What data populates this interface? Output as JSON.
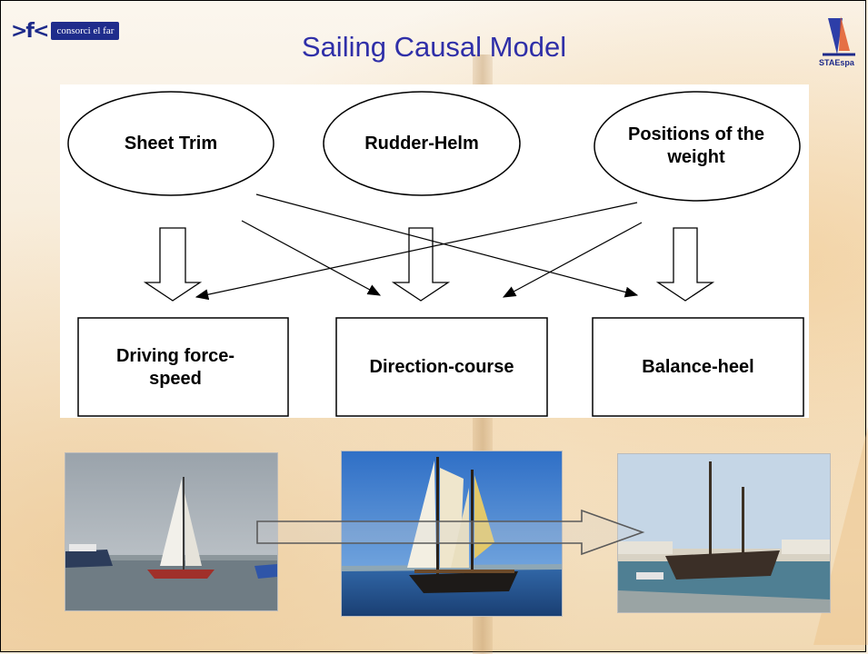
{
  "header": {
    "logo_left_mark": ">f<",
    "logo_left_text": "consorci el far",
    "title": "Sailing Causal Model",
    "logo_right_text": "STAEspa"
  },
  "diagram": {
    "causes": [
      {
        "id": "sheet-trim",
        "label": "Sheet Trim"
      },
      {
        "id": "rudder-helm",
        "label": "Rudder-Helm"
      },
      {
        "id": "positions-of-weight",
        "label": "Positions of the weight"
      }
    ],
    "effects": [
      {
        "id": "driving-force-speed",
        "label": "Driving force-speed"
      },
      {
        "id": "direction-course",
        "label": "Direction-course"
      },
      {
        "id": "balance-heel",
        "label": "Balance-heel"
      }
    ],
    "edges": [
      {
        "from": "sheet-trim",
        "to": "driving-force-speed",
        "style": "block-arrow"
      },
      {
        "from": "rudder-helm",
        "to": "direction-course",
        "style": "block-arrow"
      },
      {
        "from": "positions-of-weight",
        "to": "balance-heel",
        "style": "block-arrow"
      },
      {
        "from": "sheet-trim",
        "to": "direction-course",
        "style": "line-arrow"
      },
      {
        "from": "sheet-trim",
        "to": "balance-heel",
        "style": "line-arrow"
      },
      {
        "from": "positions-of-weight",
        "to": "driving-force-speed",
        "style": "line-arrow"
      },
      {
        "from": "positions-of-weight",
        "to": "direction-course",
        "style": "line-arrow"
      }
    ]
  },
  "photos": [
    {
      "id": "racing-yacht",
      "subject": "racing yacht with white sails"
    },
    {
      "id": "tall-ship",
      "subject": "schooner with full sails"
    },
    {
      "id": "moored-boat",
      "subject": "wooden boat moored in harbor"
    }
  ]
}
